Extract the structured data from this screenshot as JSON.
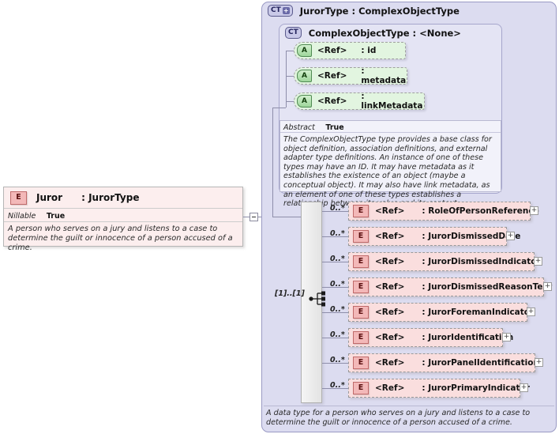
{
  "diagram": {
    "kind": "xsd-schema-diagram",
    "colors": {
      "panel_bg": "#dcdcf0",
      "inner_panel_bg": "#e4e4f4",
      "attribute_bg": "#e2f5e0",
      "element_bg": "#fadede",
      "element_box_bg": "#fceeee",
      "doc_bg": "#f2f2fa",
      "connector": "#8e8eaa"
    }
  },
  "element_box": {
    "icon": "element-icon",
    "icon_label": "E",
    "name": "Juror",
    "type": ": JurorType",
    "properties": [
      {
        "key": "Nillable",
        "value": "True"
      }
    ],
    "documentation": "A person who serves on a jury and listens to a case to determine the guilt or innocence of a person accused of a crime.",
    "collapse_toggle": "minus-icon"
  },
  "type_panel": {
    "icon": "complex-type-icon",
    "icon_label": "CT",
    "icon_expander": "plus-icon",
    "title": "JurorType : ComplexObjectType",
    "documentation": "A data type for a person who serves on a jury and listens to a case to determine the guilt or innocence of a person accused of a crime.",
    "base_type_panel": {
      "icon": "complex-type-icon",
      "icon_label": "CT",
      "title": "ComplexObjectType : <None>",
      "attributes": [
        {
          "icon": "attribute-icon",
          "icon_label": "A",
          "ref": "<Ref>",
          "name": ": id"
        },
        {
          "icon": "attribute-icon",
          "icon_label": "A",
          "ref": "<Ref>",
          "name": ": metadata"
        },
        {
          "icon": "attribute-icon",
          "icon_label": "A",
          "ref": "<Ref>",
          "name": ": linkMetadata"
        }
      ],
      "properties": [
        {
          "key": "Abstract",
          "value": "True"
        }
      ],
      "documentation": "The ComplexObjectType type provides a base class for object definition, association definitions, and external adapter type definitions. An instance of one of these types may have an ID. It may have metadata as it establishes the existence of an object (maybe a conceptual object). It may also have link metadata, as an element of one of these types establishes a relationship between its value and its context."
    },
    "sequence": {
      "icon": "sequence-compositor-icon",
      "cardinality": "[1]..[1]"
    },
    "elements": [
      {
        "icon": "element-icon",
        "icon_label": "E",
        "ref": "<Ref>",
        "name": ": RoleOfPersonReference",
        "cardinality": "0..*",
        "expander": "plus-icon"
      },
      {
        "icon": "element-icon",
        "icon_label": "E",
        "ref": "<Ref>",
        "name": ": JurorDismissedDate",
        "cardinality": "0..*",
        "expander": "plus-icon"
      },
      {
        "icon": "element-icon",
        "icon_label": "E",
        "ref": "<Ref>",
        "name": ": JurorDismissedIndicator",
        "cardinality": "0..*",
        "expander": "plus-icon"
      },
      {
        "icon": "element-icon",
        "icon_label": "E",
        "ref": "<Ref>",
        "name": ": JurorDismissedReasonText",
        "cardinality": "0..*",
        "expander": "plus-icon"
      },
      {
        "icon": "element-icon",
        "icon_label": "E",
        "ref": "<Ref>",
        "name": ": JurorForemanIndicator",
        "cardinality": "0..*",
        "expander": "plus-icon"
      },
      {
        "icon": "element-icon",
        "icon_label": "E",
        "ref": "<Ref>",
        "name": ": JurorIdentification",
        "cardinality": "0..*",
        "expander": "plus-icon"
      },
      {
        "icon": "element-icon",
        "icon_label": "E",
        "ref": "<Ref>",
        "name": ": JurorPanelIdentification",
        "cardinality": "0..*",
        "expander": "plus-icon"
      },
      {
        "icon": "element-icon",
        "icon_label": "E",
        "ref": "<Ref>",
        "name": ": JurorPrimaryIndicator",
        "cardinality": "0..*",
        "expander": "plus-icon"
      }
    ]
  }
}
